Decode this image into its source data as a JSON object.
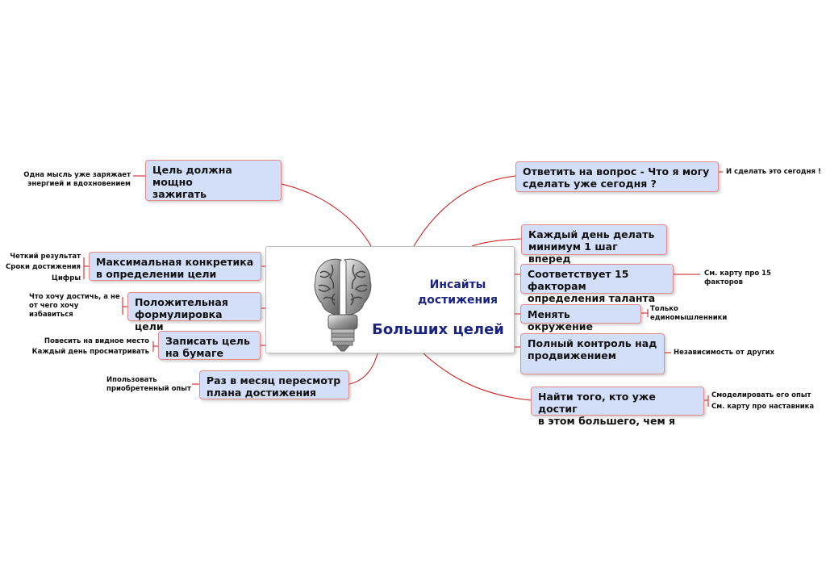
{
  "center": {
    "title_line1": "Инсайты",
    "title_line2": "достижения",
    "subtitle": "Больших целей"
  },
  "left_branches": [
    {
      "label_lines": [
        "Цель должна мощно",
        "зажигать"
      ],
      "notes": [
        "Одна мысль уже заряжает",
        "энергией и вдохновением"
      ]
    },
    {
      "label_lines": [
        "Максимальная конкретика",
        "в определении цели"
      ],
      "notes": [
        "Четкий результат",
        "Сроки достижения",
        "Цифры"
      ]
    },
    {
      "label_lines": [
        "Положительная",
        "формулировка цели"
      ],
      "notes": [
        "Что хочу достичь, а не",
        "от чего хочу",
        "избавиться"
      ]
    },
    {
      "label_lines": [
        "Записать цель",
        "на бумаге"
      ],
      "notes": [
        "Повесить на видное место",
        "Каждый день просматривать"
      ]
    },
    {
      "label_lines": [
        "Раз в месяц пересмотр",
        "плана достижения"
      ],
      "notes": [
        "Ипользовать",
        "приобретенный опыт"
      ]
    }
  ],
  "right_branches": [
    {
      "label_lines": [
        "Ответить на вопрос -  Что я могу",
        "сделать уже сегодня ?"
      ],
      "notes": [
        "И сделать это сегодня !"
      ]
    },
    {
      "label_lines": [
        "Каждый день делать",
        "минимум 1 шаг вперед"
      ],
      "notes": []
    },
    {
      "label_lines": [
        "Соответствует 15 факторам",
        "определения таланта"
      ],
      "notes": [
        "См. карту про 15",
        "факторов"
      ]
    },
    {
      "label_lines": [
        "Менять окружение"
      ],
      "notes": [
        "Только",
        "единомышленники"
      ]
    },
    {
      "label_lines": [
        "Полный контроль над",
        "продвижением"
      ],
      "notes": [
        "Независимость от других"
      ]
    },
    {
      "label_lines": [
        "Найти того, кто уже достиг",
        "в этом большего, чем я"
      ],
      "notes": [
        "Смоделировать его опыт",
        "См. карту про наставника"
      ]
    }
  ],
  "colors": {
    "node_fill": "#d3dff9",
    "node_border": "#e38a8a",
    "connector": "#d01010",
    "title": "#1a237e"
  },
  "icons": [
    "brain-bulb-icon"
  ]
}
